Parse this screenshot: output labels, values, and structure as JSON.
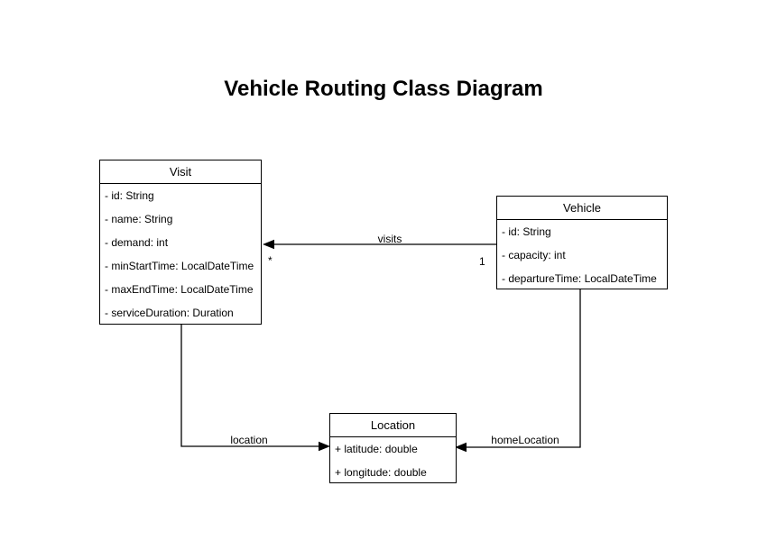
{
  "title": "Vehicle Routing Class Diagram",
  "colors": {
    "background": "#ffffff",
    "line": "#000000",
    "box_fill": "#ffffff",
    "text": "#000000"
  },
  "classes": [
    {
      "name": "Visit",
      "attributes": [
        "- id: String",
        "- name: String",
        "- demand: int",
        "- minStartTime: LocalDateTime",
        "- maxEndTime: LocalDateTime",
        "- serviceDuration: Duration"
      ]
    },
    {
      "name": "Vehicle",
      "attributes": [
        "- id: String",
        "- capacity: int",
        "- departureTime: LocalDateTime"
      ]
    },
    {
      "name": "Location",
      "attributes": [
        "+ latitude: double",
        "+ longitude: double"
      ]
    }
  ],
  "relationships": [
    {
      "label": "visits",
      "from": "Vehicle",
      "to": "Visit",
      "source_multiplicity": "1",
      "target_multiplicity": "*"
    },
    {
      "label": "location",
      "from": "Visit",
      "to": "Location"
    },
    {
      "label": "homeLocation",
      "from": "Vehicle",
      "to": "Location"
    }
  ]
}
